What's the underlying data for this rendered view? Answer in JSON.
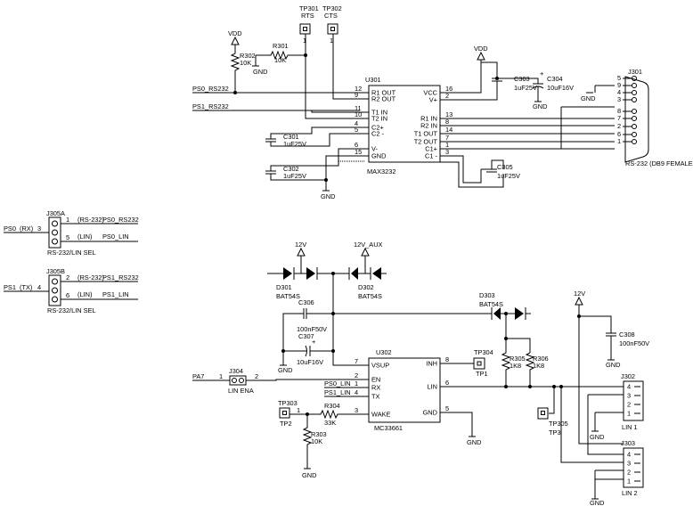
{
  "nets": {
    "vdd_top": "VDD",
    "vdd_mid": "VDD",
    "gnd": "GND",
    "v12_a": "12V",
    "v12_aux": "12V_AUX",
    "v12_b": "12V",
    "ps0_rs232": "PS0_RS232",
    "ps1_rs232": "PS1_RS232",
    "pa7": "PA7",
    "ps0_lin": "PS0_LIN",
    "ps1_lin": "PS1_LIN"
  },
  "tp301": {
    "ref": "TP301",
    "label": "RTS"
  },
  "tp302": {
    "ref": "TP302",
    "label": "CTS"
  },
  "r301": {
    "ref": "R301",
    "value": "10K"
  },
  "r302": {
    "ref": "R302",
    "value": "10K"
  },
  "u301": {
    "ref": "U301",
    "part": "MAX3232",
    "left_pins": [
      {
        "num": "12",
        "name": "R1 OUT"
      },
      {
        "num": "9",
        "name": "R2 OUT"
      },
      {
        "num": "11",
        "name": "T1 IN"
      },
      {
        "num": "10",
        "name": "T2 IN"
      },
      {
        "num": "4",
        "name": "C2+"
      },
      {
        "num": "5",
        "name": "C2 -"
      },
      {
        "num": "6",
        "name": "V-"
      },
      {
        "num": "15",
        "name": "GND"
      }
    ],
    "right_pins": [
      {
        "num": "16",
        "name": "VCC"
      },
      {
        "num": "2",
        "name": "V+"
      },
      {
        "num": "13",
        "name": "R1 IN"
      },
      {
        "num": "8",
        "name": "R2 IN"
      },
      {
        "num": "14",
        "name": "T1 OUT"
      },
      {
        "num": "7",
        "name": "T2 OUT"
      },
      {
        "num": "1",
        "name": "C1+"
      },
      {
        "num": "3",
        "name": "C1 -"
      }
    ]
  },
  "c301": {
    "ref": "C301",
    "value": "1uF25V"
  },
  "c302": {
    "ref": "C302",
    "value": "1uF25V"
  },
  "c303": {
    "ref": "C303",
    "value": "1uF25V"
  },
  "c304": {
    "ref": "C304",
    "value": "10uF16V",
    "polarity": "+"
  },
  "c305": {
    "ref": "C305",
    "value": "1uF25V"
  },
  "j301": {
    "ref": "J301",
    "label": "RS-232 (DB9 FEMALE)",
    "pins": [
      "5",
      "9",
      "4",
      "3",
      "8",
      "7",
      "2",
      "6",
      "1"
    ]
  },
  "j305a": {
    "ref": "J305A",
    "net": "PS0",
    "dir": "(RX)",
    "pins": [
      "3",
      "1",
      "5"
    ],
    "pin_labels": [
      "(RS-232)",
      "(LIN)"
    ],
    "sel": "RS-232/LIN SEL"
  },
  "j305b": {
    "ref": "J305B",
    "net": "PS1",
    "dir": "(TX)",
    "pins": [
      "4",
      "2",
      "6"
    ],
    "pin_labels": [
      "(RS-232)",
      "(LIN)"
    ],
    "sel": "RS-232/LIN SEL"
  },
  "d301": {
    "ref": "D301",
    "value": "BAT54S"
  },
  "d302": {
    "ref": "D302",
    "value": "BAT54S"
  },
  "d303": {
    "ref": "D303",
    "value": "BAT54S"
  },
  "c306": {
    "ref": "C306",
    "value": "100nF50V"
  },
  "c307": {
    "ref": "C307",
    "value": "10uF16V",
    "polarity": "+"
  },
  "c308": {
    "ref": "C308",
    "value": "100nF50V"
  },
  "u302": {
    "ref": "U302",
    "part": "MC33661",
    "left_pins": [
      {
        "num": "7",
        "name": "VSUP"
      },
      {
        "num": "2",
        "name": "EN"
      },
      {
        "num": "1",
        "name": "RX"
      },
      {
        "num": "4",
        "name": "TX"
      },
      {
        "num": "3",
        "name": "WAKE"
      }
    ],
    "right_pins": [
      {
        "num": "8",
        "name": "INH"
      },
      {
        "num": "6",
        "name": "LIN"
      },
      {
        "num": "5",
        "name": "GND"
      }
    ]
  },
  "j304": {
    "ref": "J304",
    "label": "LIN ENA",
    "pins": [
      "1",
      "2"
    ]
  },
  "tp303": {
    "ref": "TP303",
    "label": "TP2",
    "pin": "1"
  },
  "tp304": {
    "ref": "TP304",
    "label": "TP1"
  },
  "tp305": {
    "ref": "TP305",
    "label": "TP3"
  },
  "r303": {
    "ref": "R303",
    "value": "10K"
  },
  "r304": {
    "ref": "R304",
    "value": "33K"
  },
  "r305": {
    "ref": "R305",
    "value": "1K8"
  },
  "r306": {
    "ref": "R306",
    "value": "1K8"
  },
  "j302": {
    "ref": "J302",
    "label": "LIN 1",
    "pins": [
      "4",
      "3",
      "2",
      "1"
    ]
  },
  "j303": {
    "ref": "J303",
    "label": "LIN 2",
    "pins": [
      "4",
      "3",
      "2",
      "1"
    ]
  }
}
